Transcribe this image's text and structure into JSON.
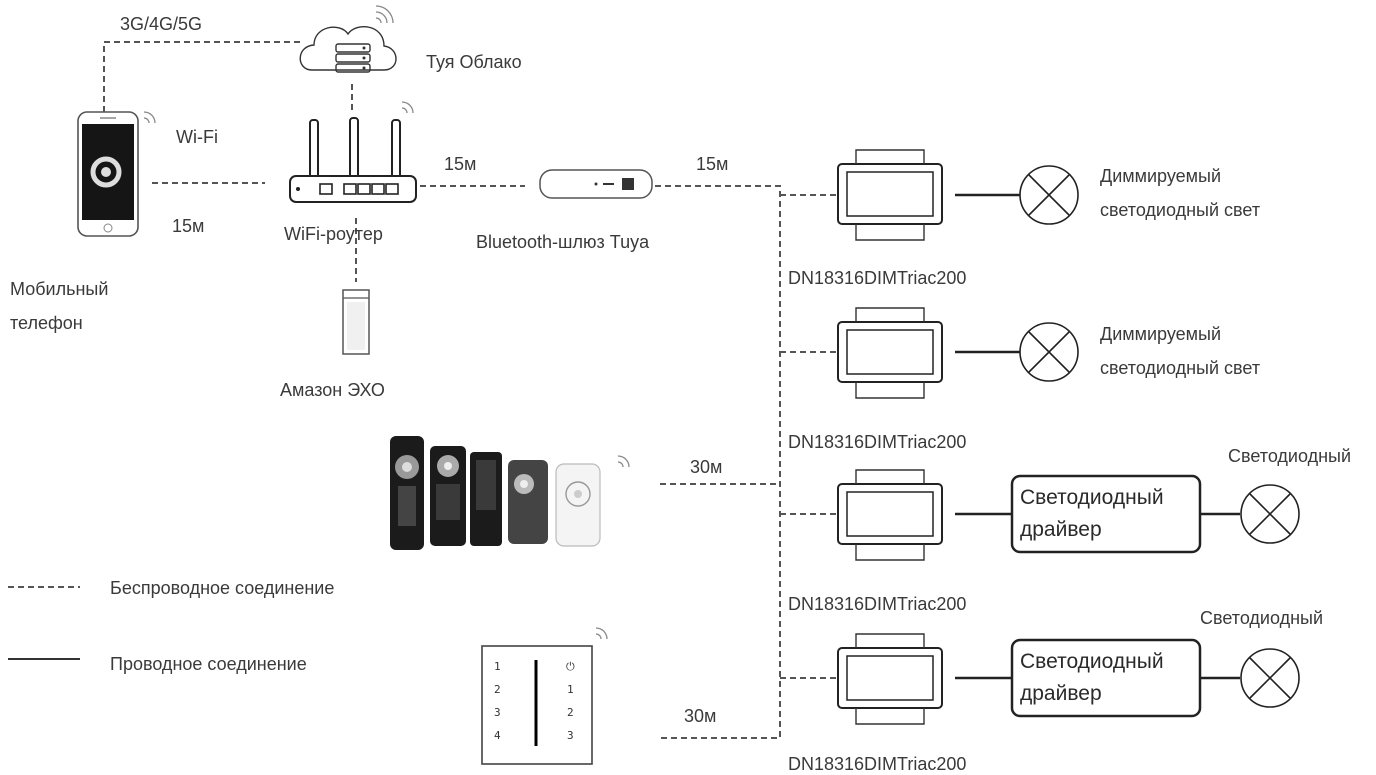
{
  "labels": {
    "network": "3G/4G/5G",
    "cloud": "Туя Облако",
    "wifi": "Wi-Fi",
    "phone_dist": "15м",
    "router": "WiFi-роутер",
    "router_gateway_dist": "15м",
    "gateway": "Bluetooth-шлюз Tuya",
    "gateway_bus_dist": "15м",
    "phone_line1": "Мобильный",
    "phone_line2": "телефон",
    "echo": "Амазон ЭХО",
    "remotes_dist": "30м",
    "panel_dist": "30м"
  },
  "legend": {
    "wireless": "Беспроводное соединение",
    "wired": "Проводное соединение"
  },
  "controllers": [
    {
      "model": "DN18316DIMTriac200",
      "load_line1": "Диммируемый",
      "load_line2": "светодиодный свет"
    },
    {
      "model": "DN18316DIMTriac200",
      "load_line1": "Диммируемый",
      "load_line2": "светодиодный свет"
    },
    {
      "model": "DN18316DIMTriac200",
      "driver_line1": "Светодиодный",
      "driver_line2": "драйвер",
      "lamp_label": "Светодиодный"
    },
    {
      "model": "DN18316DIMTriac200",
      "driver_line1": "Светодиодный",
      "driver_line2": "драйвер",
      "lamp_label": "Светодиодный"
    }
  ],
  "panel": {
    "left_keys": [
      "1",
      "2",
      "3",
      "4"
    ],
    "right_keys": [
      "⏻",
      "1",
      "2",
      "3"
    ]
  }
}
